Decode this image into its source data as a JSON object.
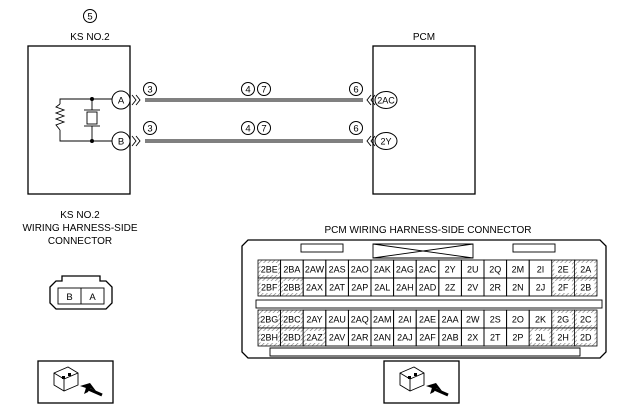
{
  "ks": {
    "callout": "5",
    "title": "KS NO.2",
    "pin_a": "A",
    "pin_b": "B",
    "connector_label_1": "KS NO.2",
    "connector_label_2": "WIRING HARNESS-SIDE",
    "connector_label_3": "CONNECTOR",
    "connector_pins": [
      "B",
      "A"
    ]
  },
  "pcm": {
    "title": "PCM",
    "pin_top": "2AC",
    "pin_bottom": "2Y",
    "connector_label": "PCM WIRING HARNESS-SIDE CONNECTOR"
  },
  "wires": {
    "top": {
      "left_callout": "3",
      "mid_callouts": [
        "4",
        "7"
      ],
      "right_callout": "6"
    },
    "bottom": {
      "left_callout": "3",
      "mid_callouts": [
        "4",
        "7"
      ],
      "right_callout": "6"
    }
  },
  "pcm_connector": {
    "rows": [
      [
        "2BE",
        "2BA",
        "2AW",
        "2AS",
        "2AO",
        "2AK",
        "2AG",
        "2AC",
        "2Y",
        "2U",
        "2Q",
        "2M",
        "2I",
        "2E",
        "2A"
      ],
      [
        "2BF",
        "2BB",
        "2AX",
        "2AT",
        "2AP",
        "2AL",
        "2AH",
        "2AD",
        "2Z",
        "2V",
        "2R",
        "2N",
        "2J",
        "2F",
        "2B"
      ],
      [
        "2BG",
        "2BC",
        "2AY",
        "2AU",
        "2AQ",
        "2AM",
        "2AI",
        "2AE",
        "2AA",
        "2W",
        "2S",
        "2O",
        "2K",
        "2G",
        "2C"
      ],
      [
        "2BH",
        "2BD",
        "2AZ",
        "2AV",
        "2AR",
        "2AN",
        "2AJ",
        "2AF",
        "2AB",
        "2X",
        "2T",
        "2P",
        "2L",
        "2H",
        "2D"
      ]
    ],
    "hatched": [
      "2BE",
      "2BF",
      "2BB",
      "2BG",
      "2BC",
      "2BH",
      "2BD",
      "2AZ",
      "2E",
      "2A",
      "2F",
      "2B",
      "2G",
      "2C",
      "2L",
      "2H",
      "2D"
    ]
  }
}
